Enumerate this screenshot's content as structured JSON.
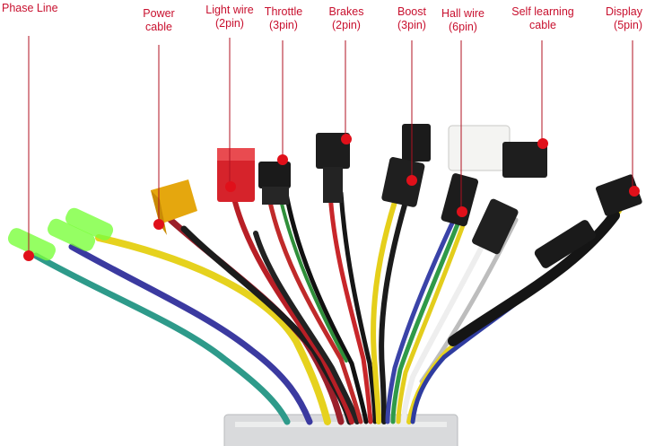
{
  "labels": {
    "phase_line": {
      "line1": "Phase Line"
    },
    "power_cable": {
      "line1": "Power",
      "line2": "cable"
    },
    "light_wire": {
      "line1": "Light wire",
      "line2": "(2pin)"
    },
    "throttle": {
      "line1": "Throttle",
      "line2": "(3pin)"
    },
    "brakes": {
      "line1": "Brakes",
      "line2": "(2pin)"
    },
    "boost": {
      "line1": "Boost",
      "line2": "(3pin)"
    },
    "hall_wire": {
      "line1": "Hall wire",
      "line2": "(6pin)"
    },
    "self_learning": {
      "line1": "Self learning",
      "line2": "cable"
    },
    "display": {
      "line1": "Display",
      "line2": "(5pin)"
    }
  },
  "colors": {
    "label_text": "#c8102e",
    "leader_line": "#b01020",
    "marker_dot": "#e0101a"
  }
}
